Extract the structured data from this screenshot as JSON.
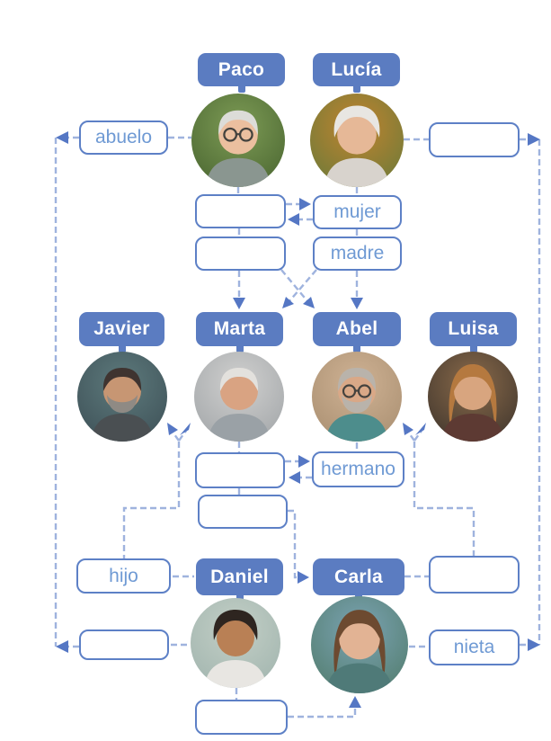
{
  "worksheet": {
    "type": "family-tree-exercise",
    "language": "Spanish"
  },
  "colors": {
    "tag_fill": "#5b7cc1",
    "box_border": "#5d80c6",
    "label_text": "#6f9ad4",
    "dash_line": "#9fb3de",
    "arrowhead": "#5577c4",
    "background": "#ffffff"
  },
  "people": [
    {
      "id": "paco",
      "name": "Paco",
      "photo": {
        "bg1": "#7d9b55",
        "bg2": "#47632f",
        "skin": "#ebbf9f",
        "hair": "#dcdcd8",
        "shirt": "#8a9690",
        "hairstyle": "short",
        "glasses": true,
        "beard": null
      }
    },
    {
      "id": "lucia",
      "name": "Lucía",
      "photo": {
        "bg1": "#c0832f",
        "bg2": "#667a3a",
        "skin": "#e6b897",
        "hair": "#e8e6e2",
        "shirt": "#d8d3cd",
        "hairstyle": "fluffy",
        "glasses": false,
        "beard": null
      }
    },
    {
      "id": "javier",
      "name": "Javier",
      "photo": {
        "bg1": "#5d7a7c",
        "bg2": "#3c4e55",
        "skin": "#c79673",
        "hair": "#3f3430",
        "shirt": "#4a4f52",
        "hairstyle": "short",
        "glasses": false,
        "beard": "#8f8a84"
      }
    },
    {
      "id": "marta",
      "name": "Marta",
      "photo": {
        "bg1": "#d0d0cf",
        "bg2": "#9fa3a6",
        "skin": "#d9a382",
        "hair": "#e3e1dd",
        "shirt": "#9aa1a6",
        "hairstyle": "short",
        "glasses": false,
        "beard": null
      }
    },
    {
      "id": "abel",
      "name": "Abel",
      "photo": {
        "bg1": "#cfb294",
        "bg2": "#a78d6f",
        "skin": "#d9a887",
        "hair": "#b9b3ab",
        "shirt": "#4d8d8c",
        "hairstyle": "short",
        "glasses": true,
        "beard": "#b9b3ab"
      }
    },
    {
      "id": "luisa",
      "name": "Luisa",
      "photo": {
        "bg1": "#8a6a4a",
        "bg2": "#3a322b",
        "skin": "#d8a57f",
        "hair": "#b5793f",
        "shirt": "#5d3a33",
        "hairstyle": "long",
        "glasses": false,
        "beard": null
      }
    },
    {
      "id": "daniel",
      "name": "Daniel",
      "photo": {
        "bg1": "#c3cfc6",
        "bg2": "#9fb3ad",
        "skin": "#b98055",
        "hair": "#2e2520",
        "shirt": "#e8e6e2",
        "hairstyle": "fluffy",
        "glasses": false,
        "beard": null
      }
    },
    {
      "id": "carla",
      "name": "Carla",
      "photo": {
        "bg1": "#7ba3b3",
        "bg2": "#4f7a68",
        "skin": "#e2b394",
        "hair": "#6d4a30",
        "shirt": "#4f7a78",
        "hairstyle": "long",
        "glasses": false,
        "beard": null
      }
    }
  ],
  "labels": [
    {
      "id": "abuelo",
      "text": "abuelo"
    },
    {
      "id": "mujer",
      "text": "mujer"
    },
    {
      "id": "madre",
      "text": "madre"
    },
    {
      "id": "hermano",
      "text": "hermano"
    },
    {
      "id": "hijo",
      "text": "hijo"
    },
    {
      "id": "nieta",
      "text": "nieta"
    }
  ],
  "answer_slots": [
    {
      "id": "slot-1",
      "value": ""
    },
    {
      "id": "slot-2",
      "value": ""
    },
    {
      "id": "slot-3",
      "value": ""
    },
    {
      "id": "slot-4",
      "value": ""
    },
    {
      "id": "slot-5",
      "value": ""
    },
    {
      "id": "slot-6",
      "value": ""
    },
    {
      "id": "slot-7",
      "value": ""
    },
    {
      "id": "slot-8",
      "value": ""
    }
  ]
}
